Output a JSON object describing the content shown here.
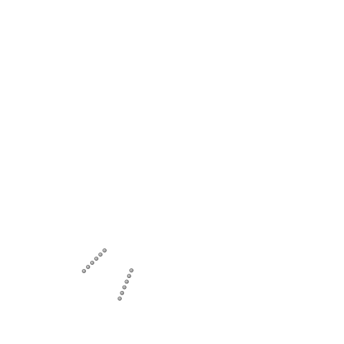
{
  "background_color": "#ffffff",
  "bead_color": "#8c8c8c",
  "bead_highlight_color": "#d2d2d2",
  "bead_outline_color": "#4a4a4a",
  "groups": [
    {
      "name": "upper-bead-group",
      "bead_count": 6
    },
    {
      "name": "lower-bead-group",
      "bead_count": 6
    }
  ]
}
